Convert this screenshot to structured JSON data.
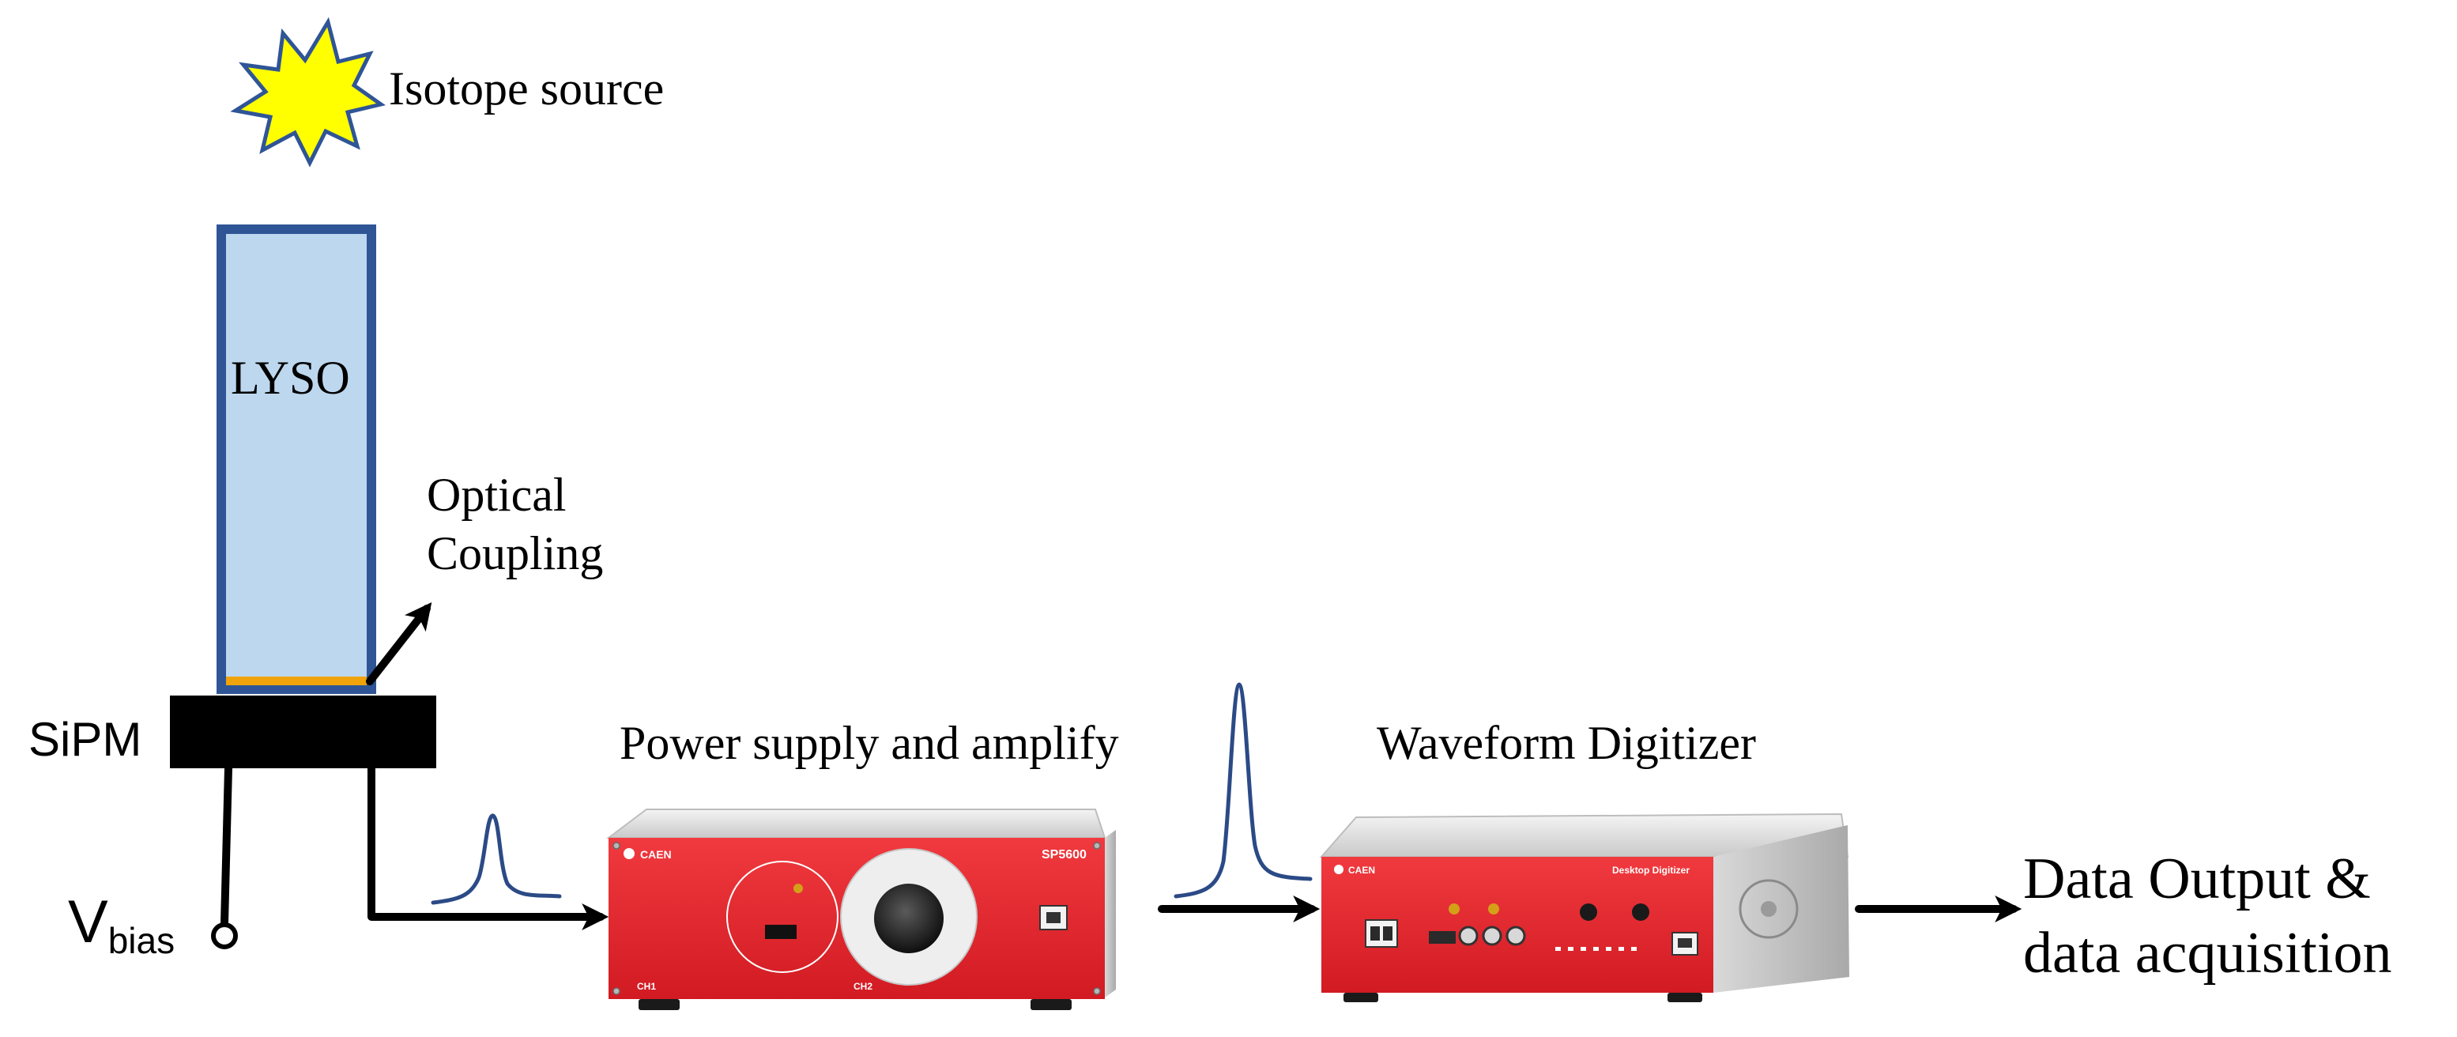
{
  "source": {
    "label": "Isotope source"
  },
  "crystal": {
    "label": "LYSO"
  },
  "coupling": {
    "line1": "Optical",
    "line2": "Coupling"
  },
  "sensor": {
    "label": "SiPM"
  },
  "bias": {
    "label_main": "V",
    "label_sub": "bias"
  },
  "amplifier": {
    "label": "Power supply and amplify",
    "brand": "CAEN",
    "model": "SP5600",
    "channel1": "CH1",
    "channel2": "CH2"
  },
  "digitizer": {
    "label": "Waveform Digitizer",
    "brand": "CAEN",
    "model": "Desktop Digitizer"
  },
  "output": {
    "line1": "Data Output &",
    "line2": "data acquisition"
  },
  "colors": {
    "crystal_fill": "#bdd7ee",
    "crystal_border": "#2f5597",
    "coupling_layer": "#f0a30a",
    "star_fill": "#ffff00",
    "device_panel": "#e8212a",
    "signal_pulse": "#2b4a86"
  }
}
